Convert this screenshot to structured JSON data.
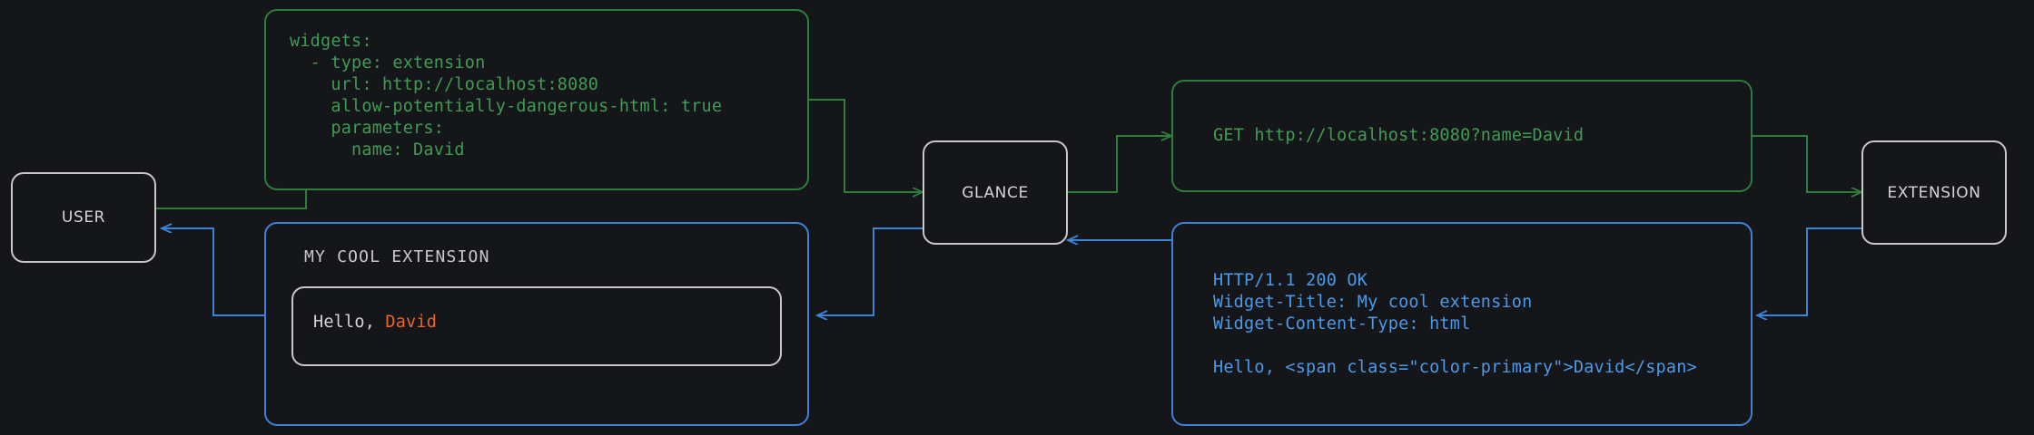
{
  "colors": {
    "background": "#15161a",
    "request_green": "#3f9c52",
    "response_blue": "#4a9ae8",
    "node_border": "#c8c8c8",
    "accent_orange": "#e8662a",
    "text_gray": "#d4d4d4"
  },
  "nodes": {
    "user": "USER",
    "glance": "GLANCE",
    "extension": "EXTENSION"
  },
  "config_box": {
    "lines": "widgets:\n  - type: extension\n    url: http://localhost:8080\n    allow-potentially-dangerous-html: true\n    parameters:\n      name: David"
  },
  "request_box": {
    "lines": "GET http://localhost:8080?name=David"
  },
  "response_box": {
    "lines": "HTTP/1.1 200 OK\nWidget-Title: My cool extension\nWidget-Content-Type: html\n\nHello, <span class=\"color-primary\">David</span>"
  },
  "widget_preview": {
    "title": "MY COOL EXTENSION",
    "greeting_prefix": "Hello, ",
    "greeting_name": "David"
  }
}
